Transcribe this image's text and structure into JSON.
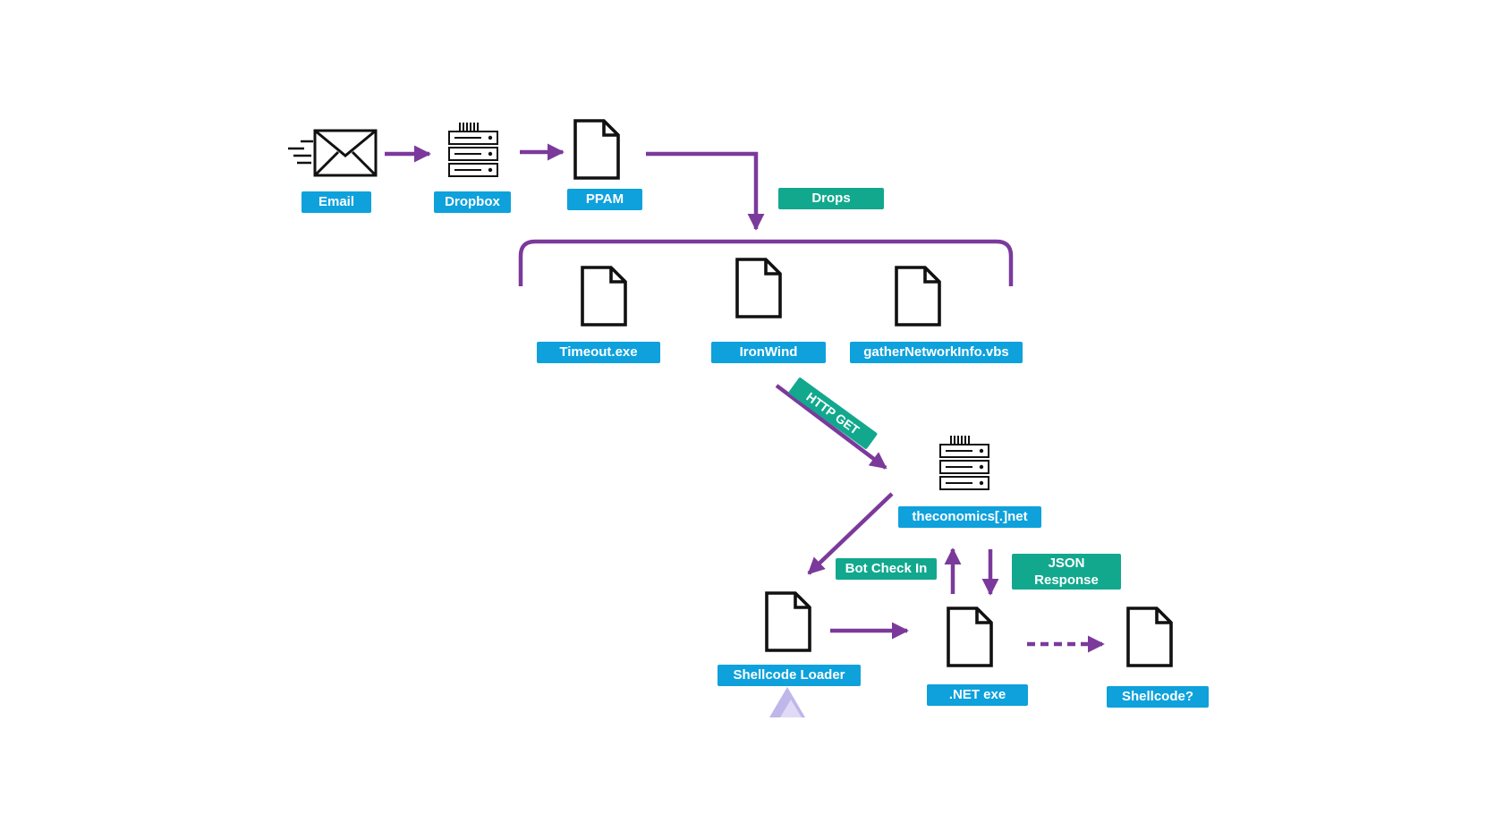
{
  "nodes": {
    "email": "Email",
    "dropbox": "Dropbox",
    "ppam": "PPAM",
    "timeout": "Timeout.exe",
    "ironwind": "IronWind",
    "gather": "gatherNetworkInfo.vbs",
    "theconomics": "theconomics[.]net",
    "shellcode_loader": "Shellcode Loader",
    "net_exe": ".NET exe",
    "shellcode": "Shellcode?"
  },
  "edge_labels": {
    "drops": "Drops",
    "http_get": "HTTP GET",
    "bot_check_in": "Bot Check In",
    "json_response_line1": "JSON",
    "json_response_line2": "Response"
  },
  "icons": [
    "envelope-icon",
    "server-icon",
    "document-icon"
  ],
  "colors": {
    "arrow": "#7b3a9b",
    "node_label": "#0ea1dc",
    "edge_label": "#12a88e",
    "icon_stroke": "#111111"
  }
}
